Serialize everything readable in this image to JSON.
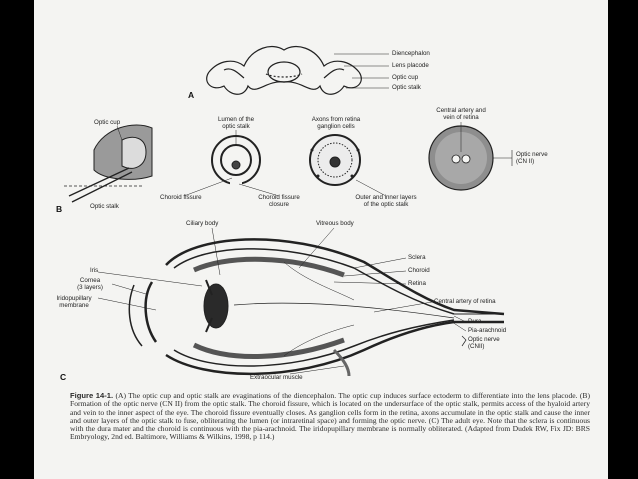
{
  "figure": {
    "panel_labels": {
      "a": "A",
      "b": "B",
      "c": "C"
    },
    "panel_a": {
      "diencephalon": "Diencephalon",
      "lens_placode": "Lens placode",
      "optic_cup": "Optic cup",
      "optic_stalk": "Optic stalk"
    },
    "panel_b": {
      "optic_cup": "Optic cup",
      "optic_stalk": "Optic stalk",
      "lumen_line1": "Lumen of the",
      "lumen_line2": "optic stalk",
      "axons_line1": "Axons from retina",
      "axons_line2": "ganglion cells",
      "artery_line1": "Central artery and",
      "artery_line2": "vein of retina",
      "optic_nerve_line1": "Optic nerve",
      "optic_nerve_line2": "(CN II)",
      "choroid_fissure": "Choroid fissure",
      "fissure_closure_line1": "Choroid fissure",
      "fissure_closure_line2": "closure",
      "layers_line1": "Outer and inner layers",
      "layers_line2": "of the optic stalk"
    },
    "panel_c": {
      "ciliary_body": "Ciliary body",
      "vitreous_body": "Vitreous body",
      "iris": "Iris",
      "cornea_line1": "Cornea",
      "cornea_line2": "(3 layers)",
      "iridopupillary_line1": "Iridopupillary",
      "iridopupillary_line2": "membrane",
      "sclera": "Sclera",
      "choroid": "Choroid",
      "retina": "Retina",
      "central_artery": "Central artery of retina",
      "dura": "Dura",
      "pia_arachnoid": "Pia-arachnoid",
      "optic_nerve_line1": "Optic nerve",
      "optic_nerve_line2": "(CNII)",
      "extraocular": "Extraocular muscle"
    }
  },
  "caption": {
    "label": "Figure 14-1.",
    "text": "(A) The optic cup and optic stalk are evaginations of the diencephalon. The optic cup induces surface ectoderm to differentiate into the lens placode. (B) Formation of the optic nerve (CN II) from the optic stalk. The choroid fissure, which is located on the undersurface of the optic stalk, permits access of the hyaloid artery and vein to the inner aspect of the eye. The choroid fissure eventually closes. As ganglion cells form in the retina, axons accumulate in the optic stalk and cause the inner and outer layers of the optic stalk to fuse, obliterating the lumen (or intraretinal space) and forming the optic nerve. (C) The adult eye. Note that the sclera is continuous with the dura mater and the choroid is continuous with the pia-arachnoid. The iridopupillary membrane is normally obliterated. (Adapted from Dudek RW, Fix JD: BRS Embryology, 2nd ed. Baltimore, Williams & Wilkins, 1998, p 114.)"
  }
}
